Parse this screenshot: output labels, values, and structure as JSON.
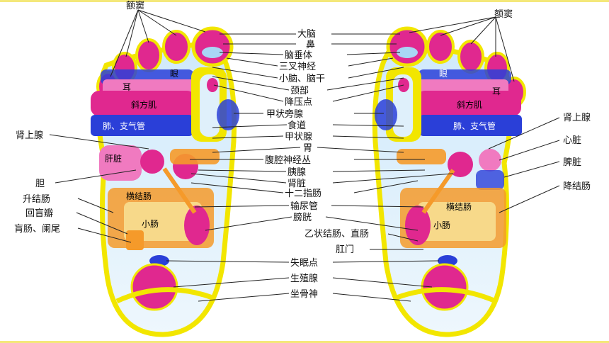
{
  "labels": {
    "sinus_left": "额窦",
    "sinus_right": "额窦",
    "brain": "大脑",
    "nose": "鼻",
    "pituitary": "脑垂体",
    "trigeminal": "三叉神经",
    "cerebellum": "小脑、脑干",
    "neck": "颈部",
    "hypotension": "降压点",
    "parathyroid": "甲状旁腺",
    "esophagus": "食道",
    "thyroid": "甲状腺",
    "stomach": "胃",
    "celiac": "腹腔神经丛",
    "pancreas": "胰腺",
    "kidney": "肾脏",
    "duodenum": "十二指肠",
    "ureter": "输尿管",
    "bladder": "膀胱",
    "sigmoid": "乙状结肠、直肠",
    "anus": "肛门",
    "insomnia": "失眠点",
    "gonad": "生殖腺",
    "sciatic": "坐骨神",
    "adrenal_left": "肾上腺",
    "gallbladder": "胆",
    "ascending_colon": "升结肠",
    "ileocecal": "回盲瓣",
    "cecum": "肓肠、阑尾",
    "adrenal_right": "肾上腺",
    "heart": "心脏",
    "spleen": "脾脏",
    "descending_colon": "降结肠"
  },
  "zones": {
    "ear_l": "耳",
    "eye_l": "眼",
    "trapezius_l": "斜方肌",
    "lung_l": "肺、支气管",
    "liver": "肝脏",
    "transverse_l": "横结肠",
    "small_l": "小肠",
    "ear_r": "耳",
    "eye_r": "眼",
    "trapezius_r": "斜方肌",
    "lung_r": "肺、支气管",
    "transverse_r": "横结肠",
    "small_r": "小肠"
  },
  "colors": {
    "outline": "#f2e600",
    "blue": "#2a3fd8",
    "magenta": "#e0288f",
    "pink": "#f07ac0",
    "orange": "#f59a2a",
    "lightblue": "#a9d6f5",
    "green": "#6cc24a"
  }
}
